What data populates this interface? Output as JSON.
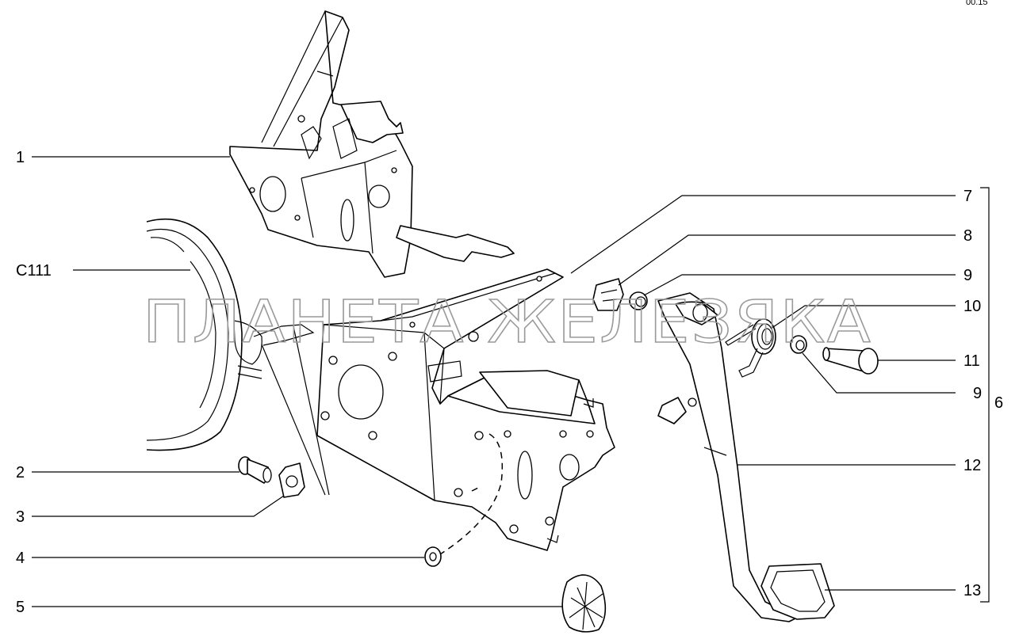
{
  "reference_code": "00.15",
  "watermark": "ПЛАНЕТА ЖЕЛЕЗЯКА",
  "callouts": {
    "c1": "1",
    "c111": "C111",
    "c2": "2",
    "c3": "3",
    "c4": "4",
    "c5": "5",
    "c7": "7",
    "c8": "8",
    "c9a": "9",
    "c10": "10",
    "c11": "11",
    "c9b": "9",
    "c6": "6",
    "c12": "12",
    "c13": "13"
  }
}
